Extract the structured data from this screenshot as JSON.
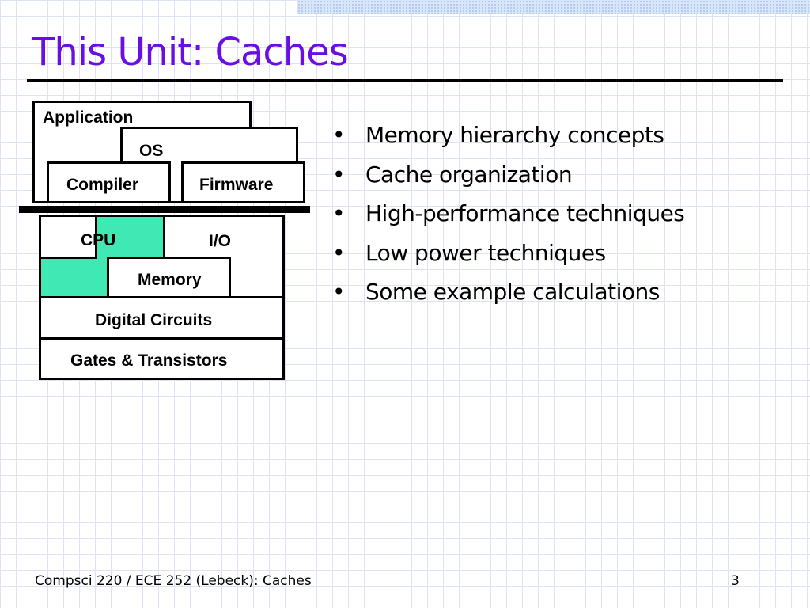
{
  "slide": {
    "title": "This Unit: Caches",
    "footer": "Compsci 220 / ECE 252 (Lebeck): Caches",
    "page_number": "3"
  },
  "diagram": {
    "application": "Application",
    "os": "OS",
    "compiler": "Compiler",
    "firmware": "Firmware",
    "cpu": "CPU",
    "io": "I/O",
    "memory": "Memory",
    "digital_circuits": "Digital Circuits",
    "gates_transistors": "Gates & Transistors",
    "highlight_color": "#40e8b4"
  },
  "bullets": [
    "Memory hierarchy concepts",
    "Cache organization",
    "High-performance techniques",
    "Low power techniques",
    "Some example calculations"
  ],
  "colors": {
    "title": "#6a0ee8"
  }
}
